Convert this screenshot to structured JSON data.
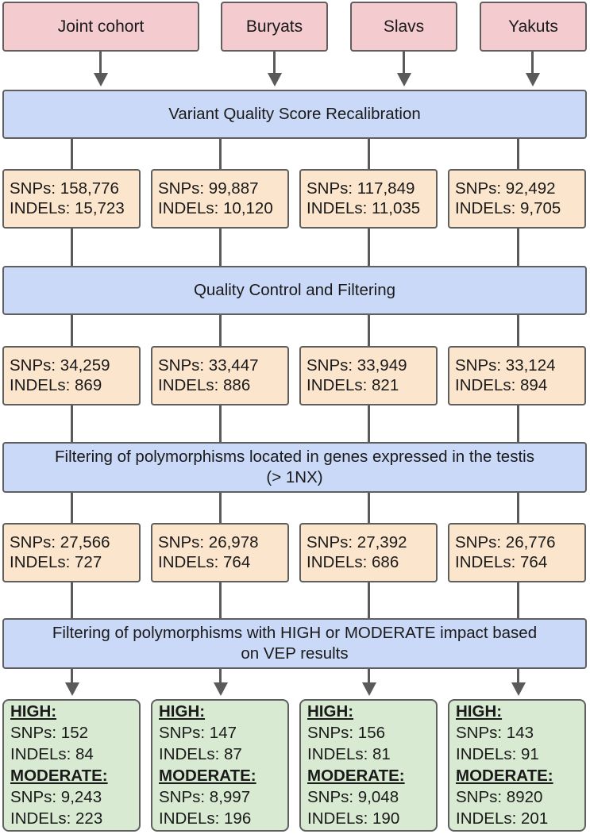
{
  "cohorts": [
    "Joint cohort",
    "Buryats",
    "Slavs",
    "Yakuts"
  ],
  "steps": {
    "step1": "Variant Quality Score Recalibration",
    "step2": "Quality Control and Filtering",
    "step3_line1": "Filtering of polymorphisms located in genes expressed in the testis",
    "step3_line2": "(> 1NX)",
    "step4_line1": "Filtering of polymorphisms with HIGH or MODERATE impact based",
    "step4_line2": "on VEP results"
  },
  "stage1": [
    {
      "snps": "SNPs: 158,776",
      "indels": "INDELs: 15,723"
    },
    {
      "snps": "SNPs: 99,887",
      "indels": "INDELs: 10,120"
    },
    {
      "snps": "SNPs: 117,849",
      "indels": "INDELs: 11,035"
    },
    {
      "snps": "SNPs: 92,492",
      "indels": "INDELs: 9,705"
    }
  ],
  "stage2": [
    {
      "snps": "SNPs: 34,259",
      "indels": "INDELs: 869"
    },
    {
      "snps": "SNPs: 33,447",
      "indels": "INDELs: 886"
    },
    {
      "snps": "SNPs: 33,949",
      "indels": "INDELs: 821"
    },
    {
      "snps": "SNPs: 33,124",
      "indels": "INDELs: 894"
    }
  ],
  "stage3": [
    {
      "snps": "SNPs: 27,566",
      "indels": "INDELs: 727"
    },
    {
      "snps": "SNPs: 26,978",
      "indels": "INDELs: 764"
    },
    {
      "snps": "SNPs: 27,392",
      "indels": "INDELs: 686"
    },
    {
      "snps": "SNPs: 26,776",
      "indels": "INDELs: 764"
    }
  ],
  "results": [
    {
      "high": "HIGH:",
      "high_snps": "SNPs: 152",
      "high_indels": "INDELs: 84",
      "moderate": "MODERATE:",
      "mod_snps": "SNPs: 9,243",
      "mod_indels": "INDELs: 223"
    },
    {
      "high": "HIGH:",
      "high_snps": "SNPs: 147",
      "high_indels": "INDELs: 87",
      "moderate": "MODERATE:",
      "mod_snps": "SNPs: 8,997",
      "mod_indels": "INDELs: 196"
    },
    {
      "high": "HIGH:",
      "high_snps": "SNPs: 156",
      "high_indels": "INDELs: 81",
      "moderate": "MODERATE:",
      "mod_snps": "SNPs: 9,048",
      "mod_indels": "INDELs: 190"
    },
    {
      "high": "HIGH:",
      "high_snps": "SNPs: 143",
      "high_indels": "INDELs: 91",
      "moderate": "MODERATE:",
      "mod_snps": "SNPs: 8920",
      "mod_indels": "INDELs: 201"
    }
  ]
}
